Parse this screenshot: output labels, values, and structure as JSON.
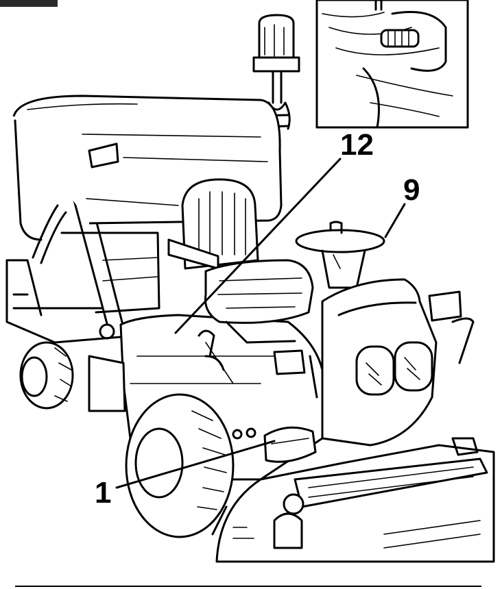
{
  "callouts": {
    "c12": "12",
    "c9": "9",
    "c1": "1"
  },
  "colors": {
    "ink": "#000000",
    "paper": "#ffffff",
    "corner_tab": "#2b2b2b"
  }
}
